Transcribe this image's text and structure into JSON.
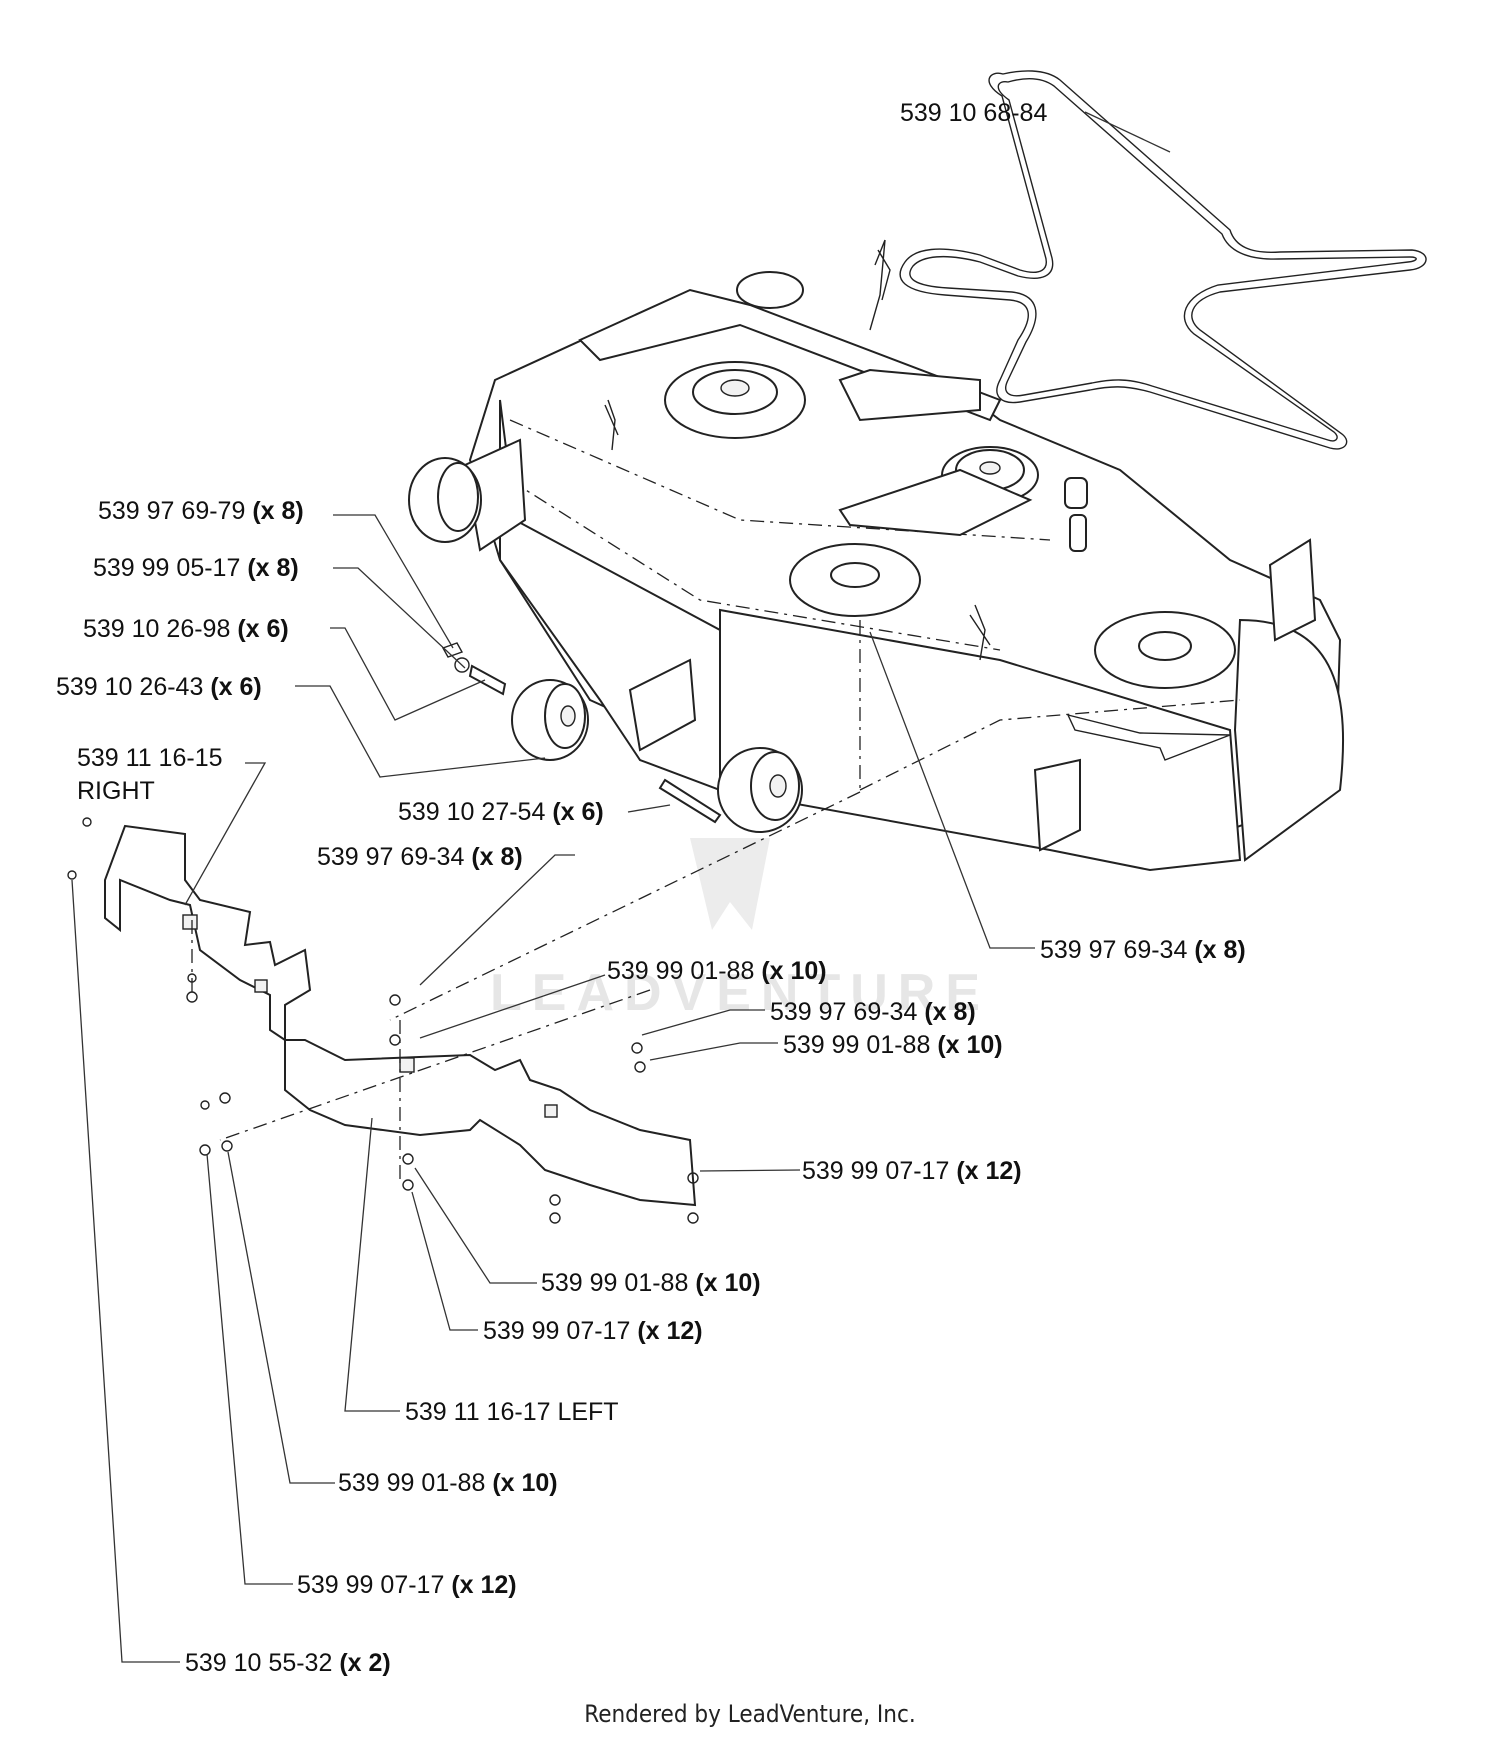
{
  "watermark": {
    "text": "LEADVENTURE"
  },
  "footer": {
    "text": "Rendered by LeadVenture, Inc."
  },
  "callouts": {
    "belt": {
      "part": "539 10 68-84",
      "qty": ""
    },
    "nut_top": {
      "part": "539 97 69-79",
      "qty": "(x 8)"
    },
    "washer_top": {
      "part": "539 99 05-17",
      "qty": "(x 8)"
    },
    "spacer": {
      "part": "539 10 26-98",
      "qty": "(x 6)"
    },
    "wheel": {
      "part": "539 10 26-43",
      "qty": "(x 6)"
    },
    "baffle_right": {
      "part": "539 11 16-15",
      "line2": "RIGHT"
    },
    "wheel_bolt": {
      "part": "539 10 27-54",
      "qty": "(x 6)"
    },
    "bolt_left": {
      "part": "539 97 69-34",
      "qty": "(x 8)"
    },
    "bolt_deck": {
      "part": "539 97 69-34",
      "qty": "(x 8)"
    },
    "washer_mid": {
      "part": "539 99 01-88",
      "qty": "(x 10)"
    },
    "bolt_right": {
      "part": "539 97 69-34",
      "qty": "(x 8)"
    },
    "washer_right": {
      "part": "539 99 01-88",
      "qty": "(x 10)"
    },
    "nut_right": {
      "part": "539 99 07-17",
      "qty": "(x 12)"
    },
    "washer_low": {
      "part": "539 99 01-88",
      "qty": "(x 10)"
    },
    "nut_low": {
      "part": "539 99 07-17",
      "qty": "(x 12)"
    },
    "baffle_left": {
      "part": "539 11 16-17 LEFT"
    },
    "washer_far": {
      "part": "539 99 01-88",
      "qty": "(x 10)"
    },
    "nut_far": {
      "part": "539 99 07-17",
      "qty": "(x 12)"
    },
    "screw_far": {
      "part": "539 10 55-32",
      "qty": "(x 2)"
    }
  }
}
